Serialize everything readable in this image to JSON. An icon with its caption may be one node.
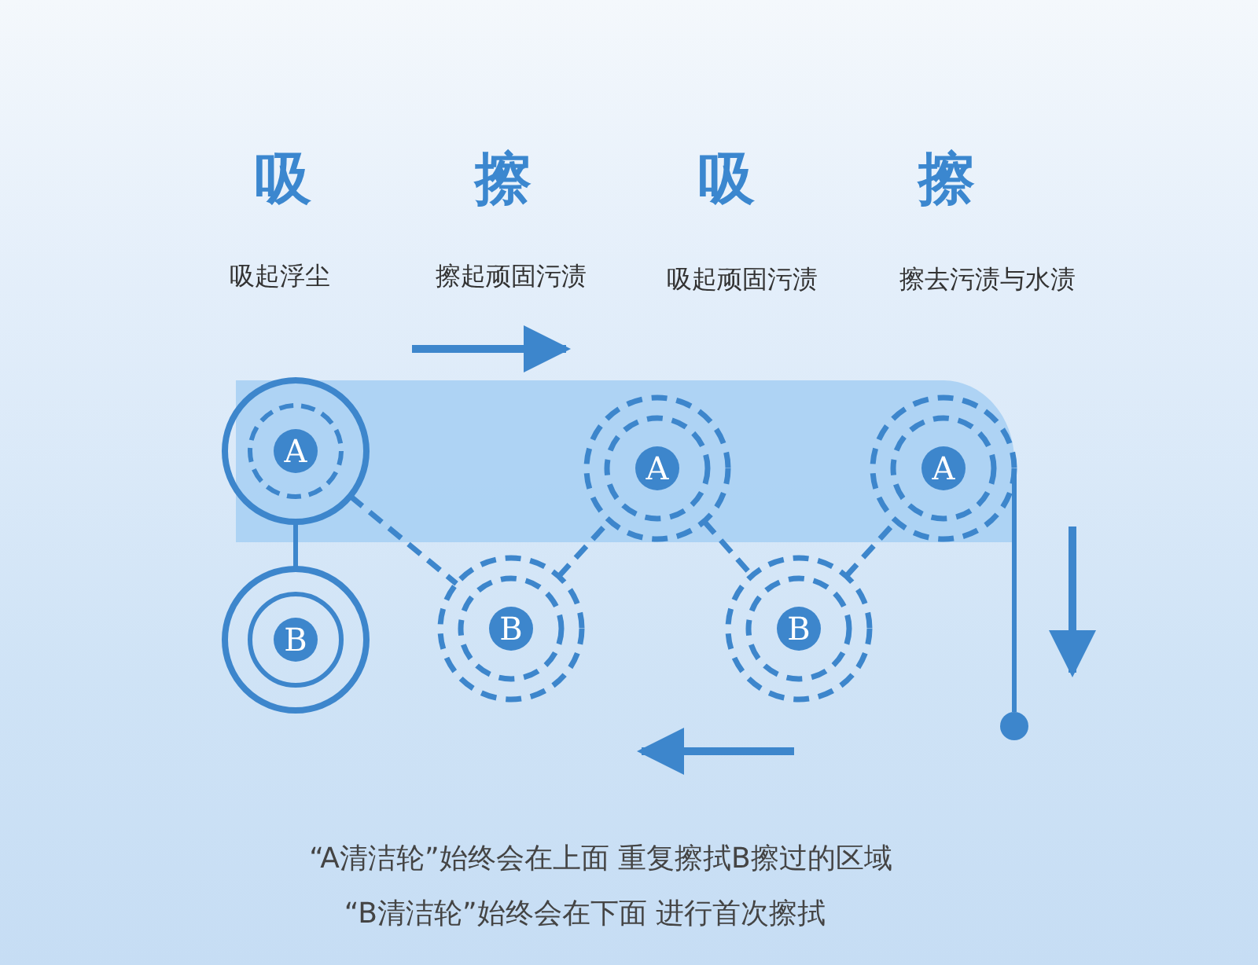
{
  "diagram": {
    "nodes": [
      {
        "text": [
          "A"
        ]
      },
      {
        "text": [
          "B"
        ]
      },
      {
        "text": [
          "B"
        ]
      },
      {
        "text": [
          "A"
        ]
      },
      {
        "text": [
          "B"
        ]
      },
      {
        "text": [
          "A"
        ]
      },
      {
        "text": [],
        "shape": "circle"
      }
    ],
    "edges": [
      {
        "from": 0,
        "to": 1,
        "arrow": "none"
      },
      {
        "from": 0,
        "to": 2,
        "arrow": "none",
        "style": "dashed"
      },
      {
        "from": 2,
        "to": 3,
        "arrow": "none",
        "style": "dashed"
      },
      {
        "from": 3,
        "to": 4,
        "arrow": "none",
        "style": "dashed"
      },
      {
        "from": 4,
        "to": 5,
        "arrow": "none",
        "style": "dashed"
      },
      {
        "from": 5,
        "to": 6,
        "arrow": "none"
      }
    ],
    "labels": [
      "吸",
      "擦",
      "吸",
      "擦",
      "吸起浮尘",
      "擦起顽固污渍",
      "吸起顽固污渍",
      "擦去污渍与水渍",
      "“A清洁轮”始终会在上面 重复擦拭B擦过的区域",
      "“B清洁轮”始终会在下面 进行首次擦拭"
    ]
  }
}
